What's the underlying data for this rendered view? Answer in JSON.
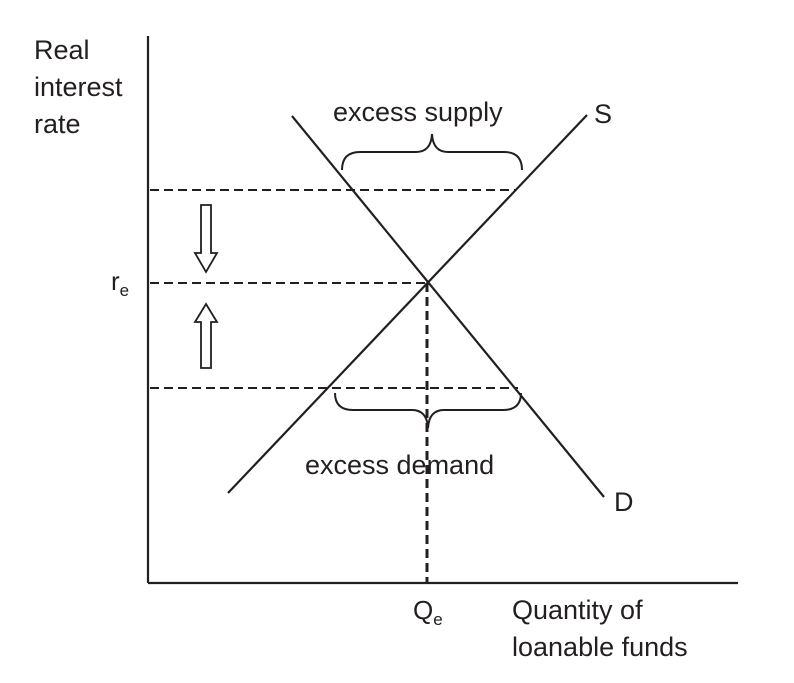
{
  "axes": {
    "y_label_lines": [
      "Real",
      "interest",
      "rate"
    ],
    "x_label_lines": [
      "Quantity of",
      "loanable funds"
    ]
  },
  "curves": {
    "supply_label": "S",
    "demand_label": "D"
  },
  "annotations": {
    "excess_supply": "excess supply",
    "excess_demand": "excess demand"
  },
  "ticks": {
    "rate_main": "r",
    "rate_sub": "e",
    "quantity_main": "Q",
    "quantity_sub": "e"
  },
  "colors": {
    "ink": "#231f20",
    "background": "#ffffff"
  }
}
